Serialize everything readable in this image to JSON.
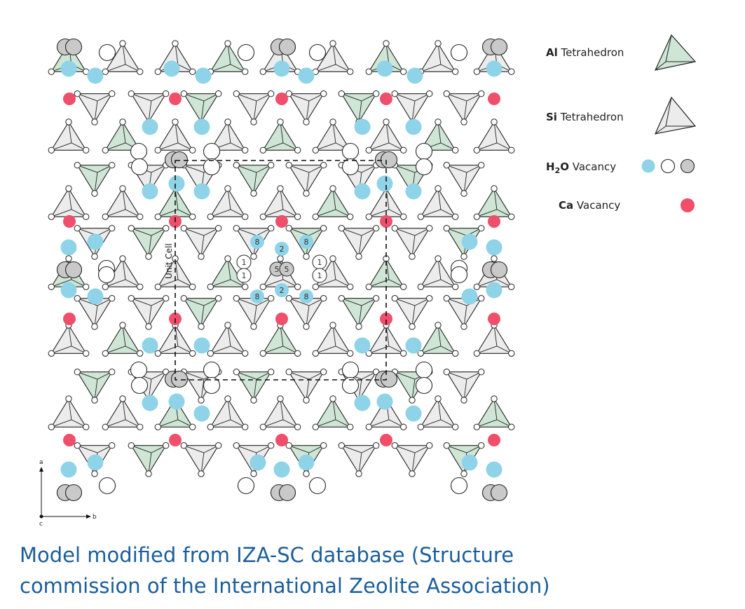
{
  "legend": {
    "al": {
      "bold": "Al",
      "text": " Tetrahedron"
    },
    "si": {
      "bold": "Si",
      "text": " Tetrahedron"
    },
    "h2o": {
      "bold_main": "H",
      "bold_sub": "2",
      "bold_end": "O",
      "text": " Vacancy"
    },
    "ca": {
      "bold": "Ca",
      "text": " Vacancy"
    }
  },
  "unit_cell_label": "Unit Cell",
  "site_numbers": {
    "s8": "8",
    "s2": "2",
    "s1": "1",
    "s5": "5"
  },
  "axes": {
    "a": "a",
    "b": "b",
    "c": "c"
  },
  "caption": {
    "line1": "Model modified from IZA-SC database (Structure",
    "line2": "commission of the International Zeolite Association)"
  },
  "colors": {
    "al_fill": "#cfe6d6",
    "si_fill": "#ececec",
    "blue": "#8fd3e8",
    "red": "#ef4f6a",
    "gray": "#c9c9c9",
    "caption": "#1b5e9a"
  }
}
